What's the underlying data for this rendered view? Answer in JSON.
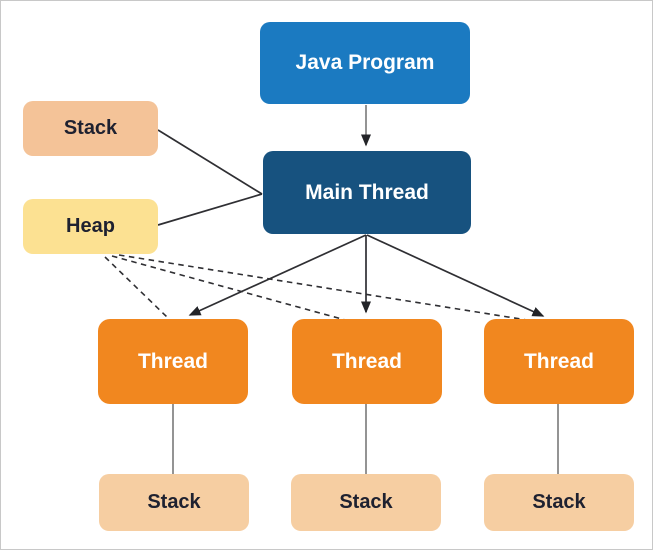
{
  "diagram_name": "java-multithreading-diagram",
  "colors": {
    "java_program_blue": "#1B7AC1",
    "main_thread_navy": "#17527F",
    "thread_orange": "#F1871F",
    "stack_peach": "#F4C398",
    "heap_yellow": "#FCE192",
    "worker_stack_peach": "#F6CEA2",
    "connector_dark": "#2F2F33",
    "connector_gray": "#7A7A7A",
    "canvas_border": "#C8C8C8",
    "label_dark": "#1E2130",
    "label_light": "#FFFFFF"
  },
  "nodes": {
    "java_program": {
      "label": "Java Program"
    },
    "main_thread": {
      "label": "Main Thread"
    },
    "stack": {
      "label": "Stack"
    },
    "heap": {
      "label": "Heap"
    },
    "threads": [
      {
        "label": "Thread"
      },
      {
        "label": "Thread"
      },
      {
        "label": "Thread"
      }
    ],
    "thread_stacks": [
      {
        "label": "Stack"
      },
      {
        "label": "Stack"
      },
      {
        "label": "Stack"
      }
    ]
  },
  "edges": [
    {
      "from": "java_program",
      "to": "main_thread",
      "style": "solid-arrow"
    },
    {
      "from": "stack",
      "to": "main_thread",
      "style": "solid-line"
    },
    {
      "from": "heap",
      "to": "main_thread",
      "style": "solid-line"
    },
    {
      "from": "main_thread",
      "to": "thread-1",
      "style": "solid-arrow"
    },
    {
      "from": "main_thread",
      "to": "thread-2",
      "style": "solid-arrow"
    },
    {
      "from": "main_thread",
      "to": "thread-3",
      "style": "solid-arrow"
    },
    {
      "from": "heap",
      "to": "thread-1",
      "style": "dashed-line"
    },
    {
      "from": "heap",
      "to": "thread-2",
      "style": "dashed-line"
    },
    {
      "from": "heap",
      "to": "thread-3",
      "style": "dashed-line"
    },
    {
      "from": "thread-1",
      "to": "thread-stack-1",
      "style": "plain-line"
    },
    {
      "from": "thread-2",
      "to": "thread-stack-2",
      "style": "plain-line"
    },
    {
      "from": "thread-3",
      "to": "thread-stack-3",
      "style": "plain-line"
    }
  ]
}
